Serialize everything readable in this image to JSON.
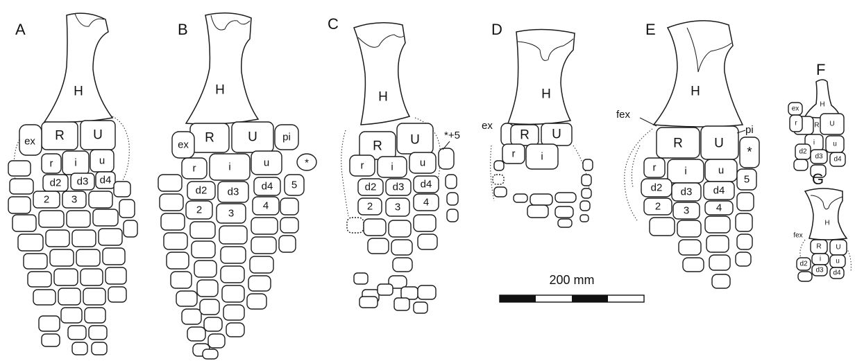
{
  "panels": {
    "A": {
      "letter": "A",
      "bones": {
        "H": "H",
        "R": "R",
        "U": "U",
        "ex": "ex",
        "r": "r",
        "i": "i",
        "u": "u",
        "d2": "d2",
        "d3": "d3",
        "d4": "d4",
        "n2": "2",
        "n3": "3"
      }
    },
    "B": {
      "letter": "B",
      "bones": {
        "H": "H",
        "R": "R",
        "U": "U",
        "ex": "ex",
        "pi": "pi",
        "r": "r",
        "i": "i",
        "u": "u",
        "star": "*",
        "n5": "5",
        "d2": "d2",
        "d3": "d3",
        "d4": "d4",
        "n2": "2",
        "n3": "3",
        "n4": "4"
      }
    },
    "C": {
      "letter": "C",
      "bones": {
        "H": "H",
        "R": "R",
        "U": "U",
        "r": "r",
        "i": "i",
        "u": "u",
        "d2": "d2",
        "d3": "d3",
        "d4": "d4",
        "n2": "2",
        "n3": "3",
        "n4": "4"
      },
      "annotation": "*+5"
    },
    "D": {
      "letter": "D",
      "bones": {
        "H": "H",
        "R": "R",
        "U": "U",
        "r": "r",
        "i": "i"
      },
      "annotation": "ex"
    },
    "E": {
      "letter": "E",
      "bones": {
        "H": "H",
        "R": "R",
        "U": "U",
        "r": "r",
        "i": "i",
        "u": "u",
        "star": "*",
        "n5": "5",
        "d2": "d2",
        "d3": "d3",
        "d4": "d4",
        "n2": "2",
        "n3": "3",
        "n4": "4"
      },
      "annotation_left": "fex",
      "annotation_right": "pi"
    },
    "F": {
      "letter": "F",
      "bones": {
        "H": "H",
        "R": "R",
        "U": "U",
        "ex": "ex",
        "r": "r",
        "i": "i",
        "u": "u",
        "d2": "d2",
        "d3": "d3",
        "d4": "d4"
      }
    },
    "G": {
      "letter": "G",
      "bones": {
        "H": "H",
        "R": "R",
        "U": "U",
        "i": "i",
        "u": "u",
        "d2": "d2",
        "d3": "d3",
        "d4": "d4"
      },
      "annotation": "fex"
    }
  },
  "scale_bar": {
    "label": "200 mm"
  }
}
